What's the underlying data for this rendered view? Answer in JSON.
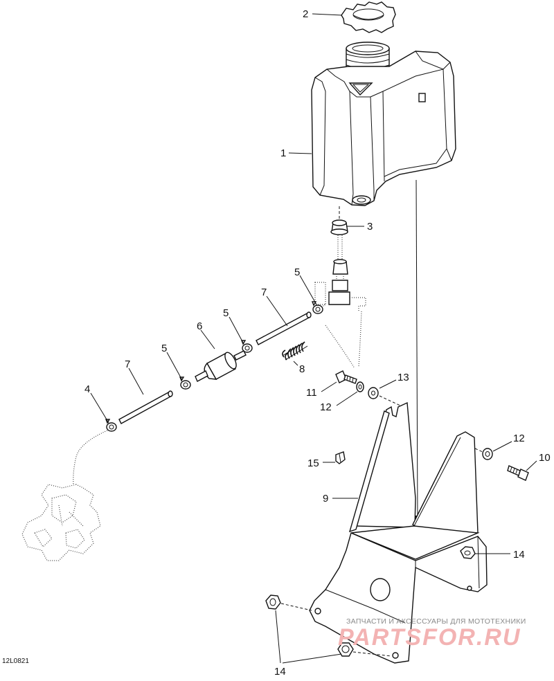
{
  "diagram": {
    "callouts": [
      {
        "id": "c2",
        "text": "2"
      },
      {
        "id": "c1",
        "text": "1"
      },
      {
        "id": "c3",
        "text": "3"
      },
      {
        "id": "c5a",
        "text": "5"
      },
      {
        "id": "c7a",
        "text": "7"
      },
      {
        "id": "c5b",
        "text": "5"
      },
      {
        "id": "c6",
        "text": "6"
      },
      {
        "id": "c8",
        "text": "8"
      },
      {
        "id": "c5c",
        "text": "5"
      },
      {
        "id": "c7b",
        "text": "7"
      },
      {
        "id": "c4",
        "text": "4"
      },
      {
        "id": "c11",
        "text": "11"
      },
      {
        "id": "c13",
        "text": "13"
      },
      {
        "id": "c12a",
        "text": "12"
      },
      {
        "id": "c12b",
        "text": "12"
      },
      {
        "id": "c10",
        "text": "10"
      },
      {
        "id": "c15",
        "text": "15"
      },
      {
        "id": "c9",
        "text": "9"
      },
      {
        "id": "c14a",
        "text": "14"
      },
      {
        "id": "c14b",
        "text": "14"
      }
    ],
    "figure_code": "12L0821"
  },
  "watermark": {
    "line1": "ЗАПЧАСТИ И АКСЕССУАРЫ ДЛЯ МОТОТЕХНИКИ",
    "line2": "PARTSFOR.RU",
    "color": "#f3b3b3"
  }
}
